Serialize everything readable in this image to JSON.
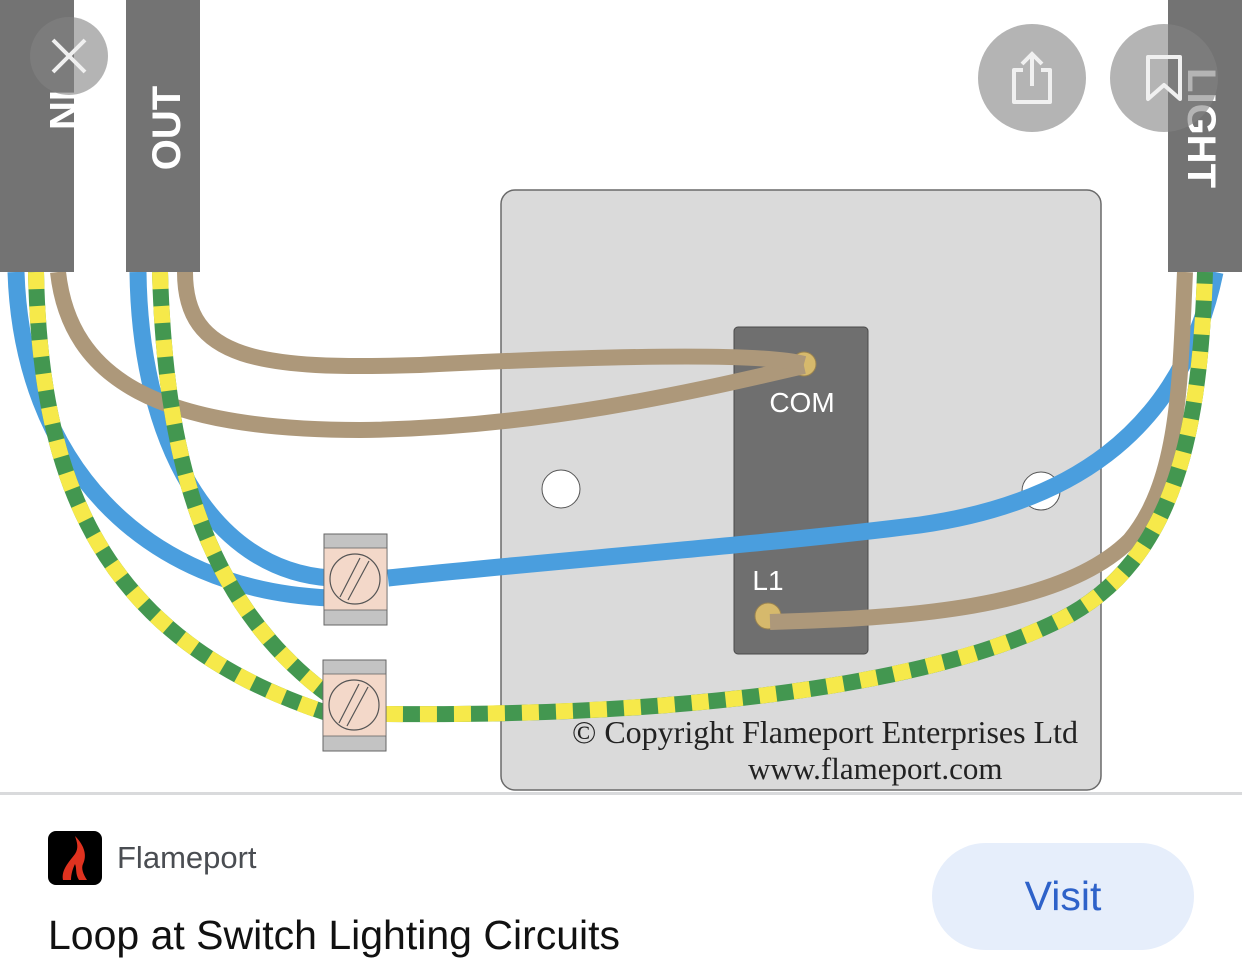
{
  "overlay": {
    "close_icon": "close-icon",
    "share_icon": "share-icon",
    "bookmark_icon": "bookmark-icon"
  },
  "diagram": {
    "cables": [
      {
        "id": "in",
        "label": "IN"
      },
      {
        "id": "out",
        "label": "OUT"
      },
      {
        "id": "light",
        "label": "LIGHT"
      }
    ],
    "switch_terminals": {
      "com": "COM",
      "l1": "L1"
    },
    "copyright_line1": "© Copyright Flameport Enterprises Ltd",
    "copyright_line2": "www.flameport.com",
    "colors": {
      "neutral_blue": "#4a9ede",
      "live_brown": "#ad987a",
      "earth_green": "#439750",
      "earth_yellow": "#f6e94a",
      "cable_sheath": "#737373",
      "switch_plate": "#dadada",
      "switch_body": "#6f6f6f",
      "terminal_brass": "#d6b96c",
      "connector_body": "#f3d8c9",
      "connector_cap": "#c3c3c3"
    }
  },
  "result": {
    "source_name": "Flameport",
    "title": "Loop at Switch Lighting Circuits",
    "visit_label": "Visit",
    "favicon_icon": "flame-icon"
  }
}
